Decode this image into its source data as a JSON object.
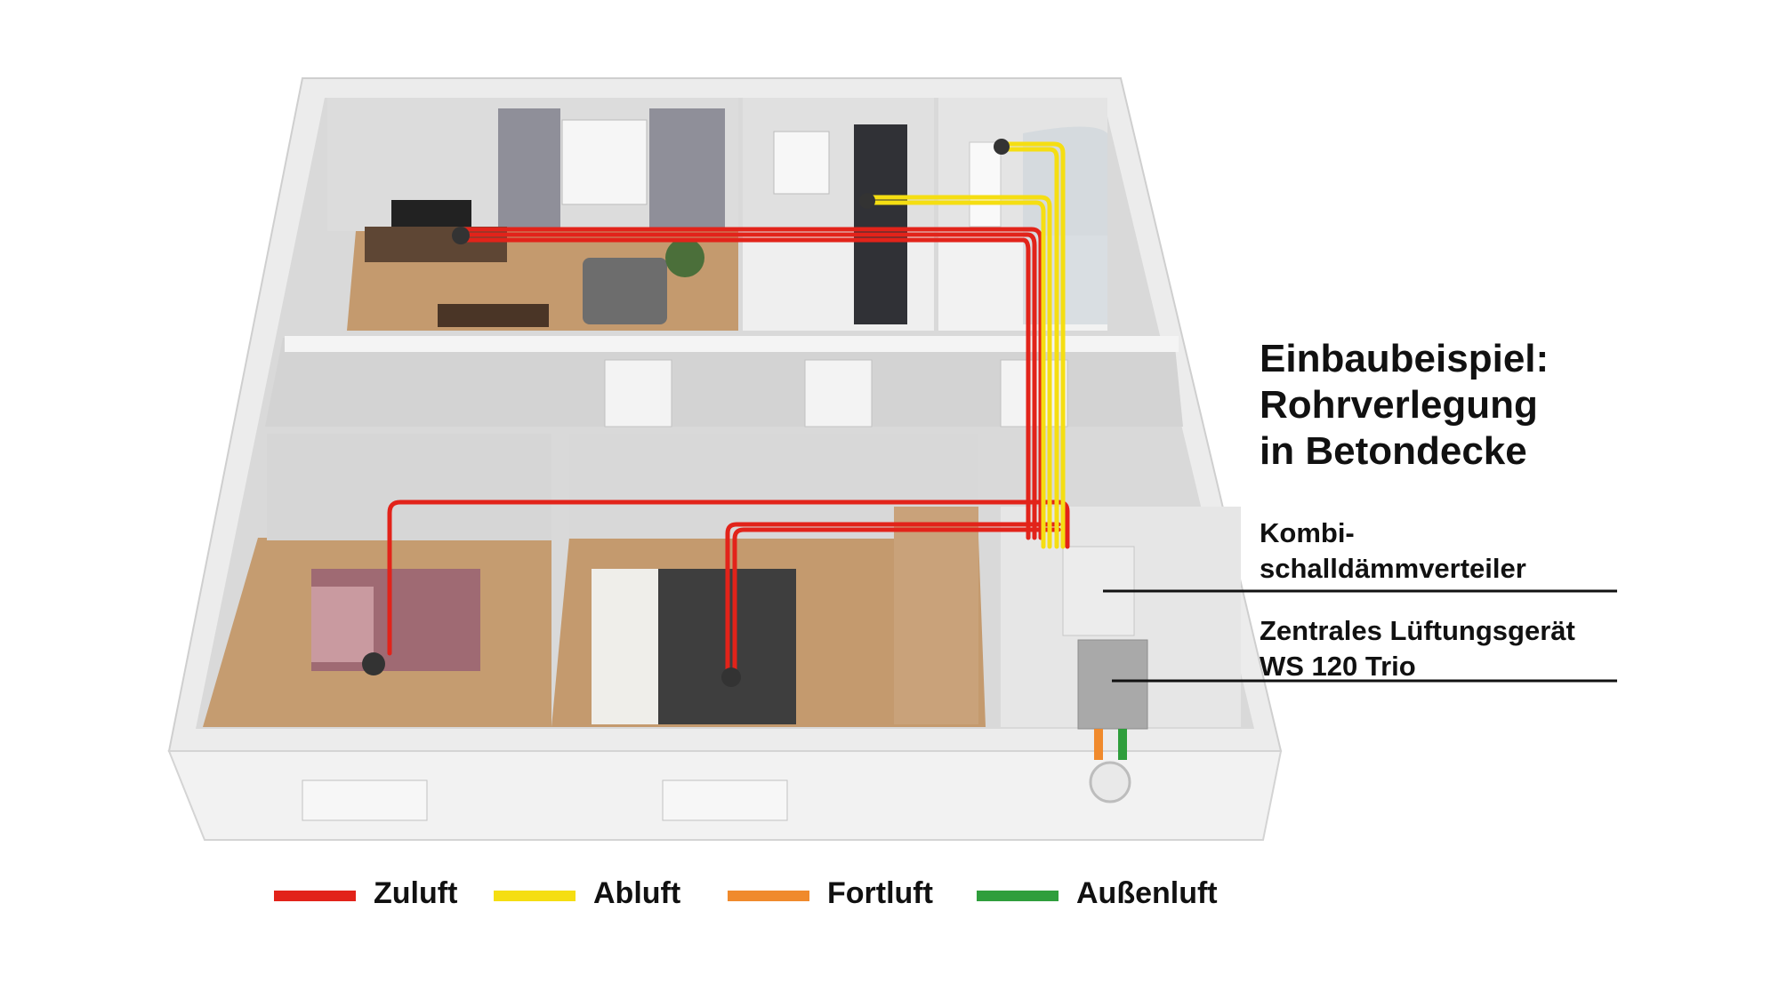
{
  "title": {
    "lines": [
      "Einbaubeispiel:",
      "Rohrverlegung",
      "in Betondecke"
    ]
  },
  "callouts": [
    {
      "lines": [
        "Kombi-",
        "schalldämmverteiler"
      ]
    },
    {
      "lines": [
        "Zentrales Lüftungsgerät",
        "WS 120 Trio"
      ]
    }
  ],
  "legend": [
    {
      "label": "Zuluft",
      "color": "#e2231a"
    },
    {
      "label": "Abluft",
      "color": "#f5de12"
    },
    {
      "label": "Fortluft",
      "color": "#f08a2c"
    },
    {
      "label": "Außenluft",
      "color": "#2f9e3c"
    }
  ],
  "colors": {
    "floor": "#c89a6c",
    "walls": "#e6e6e6",
    "outer_wall": "#f0f0f0"
  }
}
